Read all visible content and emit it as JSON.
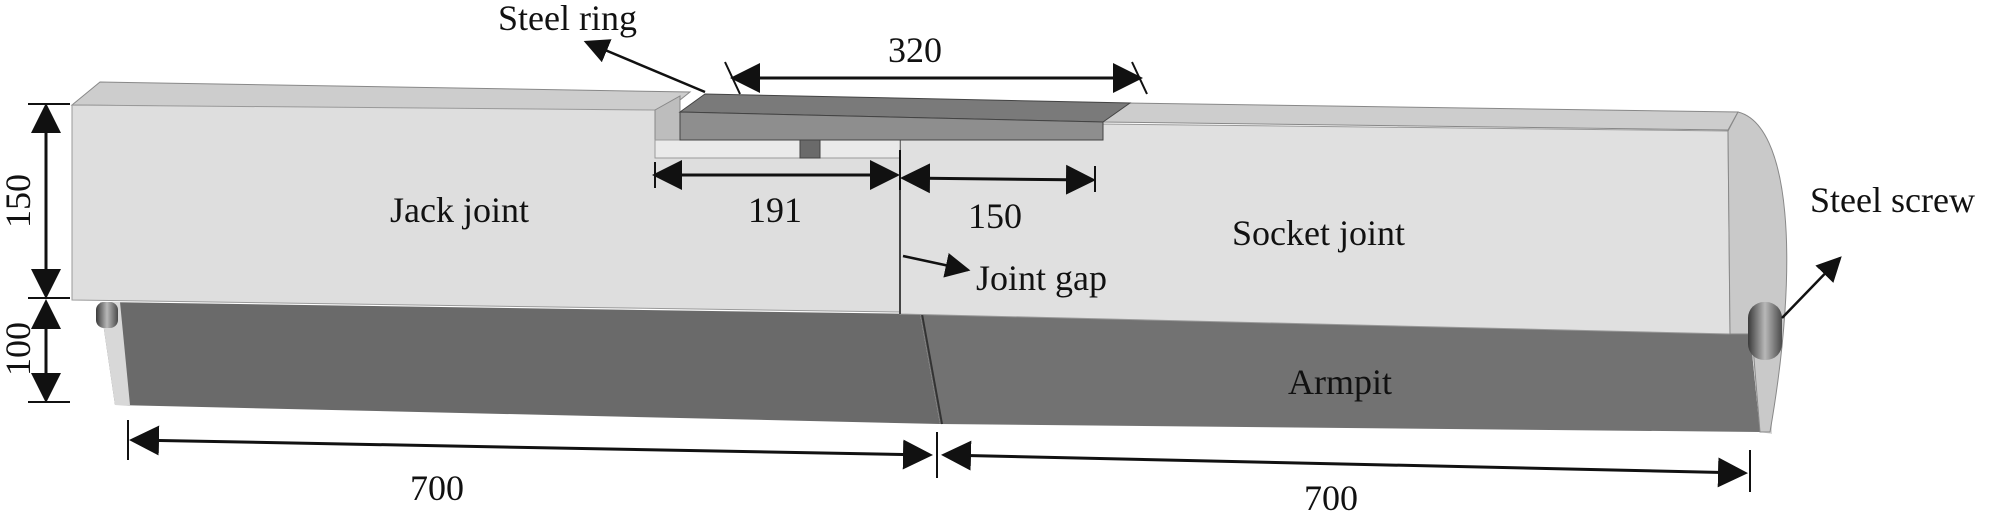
{
  "labels": {
    "steel_ring": "Steel ring",
    "jack_joint": "Jack joint",
    "socket_joint": "Socket joint",
    "joint_gap": "Joint gap",
    "steel_screw": "Steel screw",
    "armpit": "Armpit"
  },
  "dimensions": {
    "ring_length": "320",
    "jack_overlap": "191",
    "socket_overlap": "150",
    "segment_height": "150",
    "armpit_height": "100",
    "left_length": "700",
    "right_length": "700"
  },
  "colors": {
    "concrete": "#dedede",
    "concrete_top": "#cfcfcf",
    "armpit": "#6e6e6e",
    "steel": "#7a7a7a",
    "steel_dark": "#5a5a5a",
    "line": "#111111"
  },
  "icons": [
    "steel-screw-icon",
    "steel-ring-icon",
    "arrow-icon"
  ]
}
